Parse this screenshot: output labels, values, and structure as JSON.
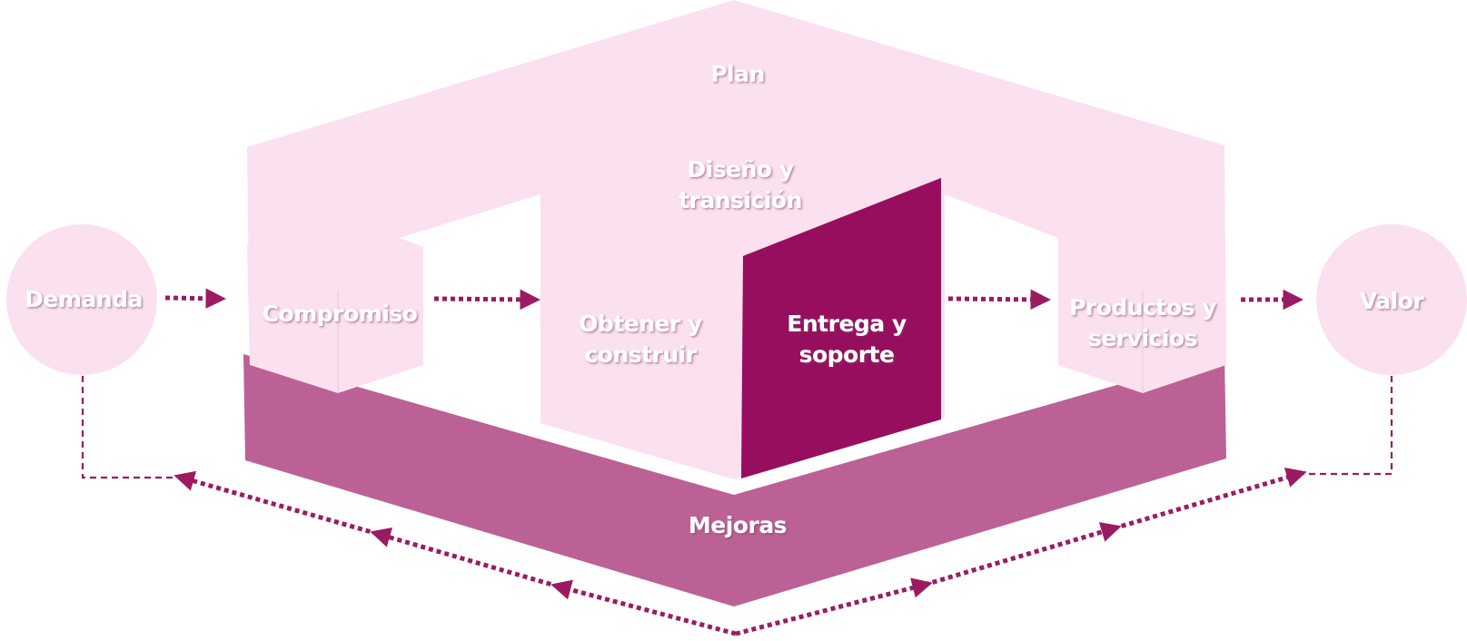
{
  "diagram": {
    "nodes": {
      "demanda": "Demanda",
      "valor": "Valor",
      "plan": "Plan",
      "diseno_line1": "Diseño y",
      "diseno_line2": "transición",
      "compromiso": "Compromiso",
      "obtener_line1": "Obtener y",
      "obtener_line2": "construir",
      "entrega_line1": "Entrega y",
      "entrega_line2": "soporte",
      "productos_line1": "Productos y",
      "productos_line2": "servicios",
      "mejoras": "Mejoras"
    },
    "colors": {
      "light": "#fbe0ef",
      "medium": "#bc6196",
      "dark": "#970e5e",
      "arrow": "#9b1b62"
    }
  }
}
